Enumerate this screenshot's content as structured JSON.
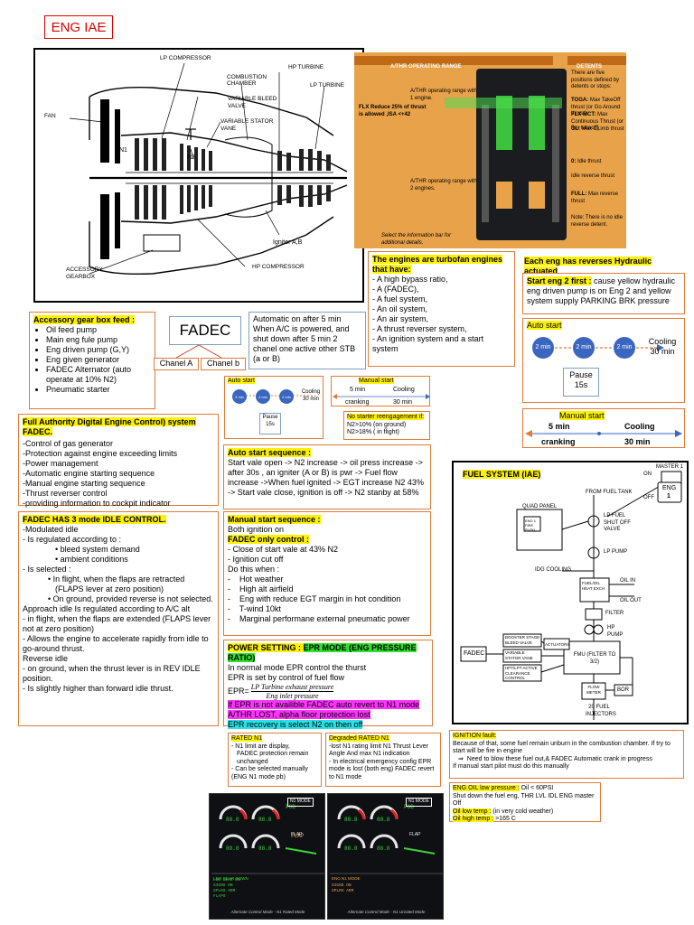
{
  "title": "ENG IAE",
  "diagram_labels": {
    "lp_compressor": "LP COMPRESSOR",
    "combustion": "COMBUSTION CHAMBER",
    "hp_turbine": "HP TURBINE",
    "lp_turbine": "LP TURBINE",
    "variable_bleed": "VARIABLE BLEED VALVE",
    "variable_stator": "VARIABLE STATOR VANE",
    "fan": "FAN",
    "n1": "N1",
    "n2": "N2",
    "igniter": "Igniter A,B",
    "accessory": "ACCESSORY GEARBOX",
    "hp_compressor": "HP COMPRESSOR"
  },
  "athr": {
    "header_left": "A/THR OPERATING RANGE",
    "header_right": "DETENTS",
    "flx_note": "FLX Reduce 25% of thrust is allowed ,ISA <+42",
    "athr_1": "A/THR operating range with 1 engine.",
    "athr_2": "A/THR operating range with 2 engines.",
    "footer": "Select the information bar for additional details.",
    "detents_intro": "There are five positions defined by detents or stops:",
    "detents": [
      {
        "name": "TOGA:",
        "desc": "Max TakeOff thrust (or Go Around thrust)"
      },
      {
        "name": "FLX MCT:",
        "desc": "Max Continuous Thrust (or flex takeoff)"
      },
      {
        "name": "CL:",
        "desc": "Max CLimb thrust"
      },
      {
        "name": "0:",
        "desc": "Idle thrust"
      },
      {
        "name": "",
        "desc": "Idle reverse thrust"
      },
      {
        "name": "FULL:",
        "desc": "Max reverse thrust"
      }
    ],
    "note": "Note: There is no idle reverse detent."
  },
  "accessory": {
    "title": "Accessory gear box feed :",
    "items": [
      "Oil feed pump",
      "Main eng fule pump",
      "Eng driven pump (G,Y)",
      "Eng given generator",
      "FADEC Alternator (auto operate at 10% N2)",
      "Pneumatic starter"
    ]
  },
  "fadec": {
    "label": "FADEC",
    "chanel_a": "Chanel A",
    "chanel_b": "Chanel b",
    "auto_text": "Automatic on after 5 min When A/C is powered, and shut down after 5 min 2 chanel one active other STB (a or B)"
  },
  "turbofan": {
    "title": "The engines are turbofan engines that have:",
    "items": [
      "A high bypass ratio,",
      "A (FADEC),",
      "A fuel system,",
      "An oil system,",
      "An air system,",
      "A thrust reverser system,",
      "An ignition system and a start system"
    ]
  },
  "reverses": "Each eng has reverses Hydraulic actuated",
  "start_eng": {
    "lead": "Start eng 2 first :",
    "text": " cause yellow hydraulic eng driven pump is on Eng 2 and yellow system supply PARKING BRK pressure"
  },
  "auto_start_big": {
    "title": "Auto start",
    "c1": "2 min",
    "c2": "2 min",
    "c3": "2 min",
    "cooling": "Cooling",
    "cooling_time": "30 min",
    "pause": "Pause 15s"
  },
  "manual_start_big": {
    "title": "Manual start",
    "time": "5 min",
    "cranking": "cranking",
    "cooling": "Cooling",
    "cooling_time": "30 min"
  },
  "auto_start_small": {
    "title": "Auto start",
    "c1": "2 min",
    "c2": "2 min",
    "c3": "2 min",
    "cooling": "Cooling",
    "cooling_time": "30 min",
    "pause": "Pause 15s"
  },
  "manual_start_small": {
    "title": "Manual start",
    "time": "5 min",
    "cranking": "cranking",
    "cooling": "Cooling",
    "cooling_time": "30 min"
  },
  "no_starter": {
    "title": "No starter reengagement if:",
    "l1": "N2>10% (on ground)",
    "l2": "N2>18% ( in flight)"
  },
  "fadec_full": {
    "title": "Full Authority Digital Engine Control) system FADEC.",
    "items": [
      "-Control of gas generator",
      "-Protection against engine exceeding limits",
      "-Power management",
      "-Automatic engine starting sequence",
      "-Manual engine starting sequence",
      "-Thrust reverser control",
      "-providing information to cockpit indicator"
    ]
  },
  "auto_seq": {
    "title": "Auto start sequence :",
    "text": "Start vale open -> N2 increase -> oil press increase -> after 30s , an igniter (A or B) is pwr -> Fuel flow increase ->When fuel ignited -> EGT increase N2 43% -> Start vale close, ignition is off -> N2 stanby at 58%"
  },
  "idle": {
    "title": "FADEC HAS 3 mode IDLE CONTROL.",
    "modulated": "-Modulated idle",
    "regulated": "- Is regulated according to :",
    "r1": "bleed system demand",
    "r2": "ambient conditions",
    "selected": "- Is selected :",
    "s1": "In flight, when the flaps are retracted (FLAPS lever at zero position)",
    "s2": "On ground, provided reverse is not selected.",
    "approach": "Approach idle Is regulated according to A/C alt",
    "a1": "- in flight, when the flaps are extended (FLAPS lever not at zero position)",
    "a2": "- Allows the engine to accelerate rapidly from idle to go-around thrust.",
    "reverse": "Reverse idle",
    "rv1": "- on ground, when the thrust lever is in REV IDLE position.",
    "rv2": "- Is slightly higher than forward idle thrust."
  },
  "manual_seq": {
    "title": "Manual start sequence :",
    "both": "Both ignition on",
    "fadec_only": "FADEC only control :",
    "c1": "- Close of start vale at 43% N2",
    "c2": "-    Ignition cut off",
    "dothis": "Do this when :",
    "items": [
      "Hot weather",
      "High alt airfield",
      "Eng with reduce EGT margin in hot condition",
      "T-wind 10kt",
      "Marginal performane external pneumatic power"
    ]
  },
  "power": {
    "title_a": "POWER SETTING : ",
    "title_b": "EPR MODE (ENG PRESSURE RATIO)",
    "l1": "In normal mode EPR control the thurst",
    "l2": "EPR is set by control of fuel flow",
    "epr_label": "EPR=",
    "numerator": "LP Turbine exhaust pressure",
    "denominator": "Eng inlet pressure",
    "m1": "If EPR is not availible FADEC auto revert to N1 mode",
    "m2": "A/THR LOST, alpha floor protection lost",
    "c1": "EPR recovery is select N2 on then off"
  },
  "fuel": {
    "title": "FUEL SYSTEM (IAE)",
    "master": "MASTER 1",
    "on": "ON",
    "off": "OFF",
    "eng": "ENG",
    "eng_num": "1",
    "from_tank": "FROM FUEL TANK",
    "lp_shutoff": "LP FUEL SHUT OFF VALVE",
    "lp_pump": "LP PUMP",
    "quad": "QUAD PANEL",
    "eng_fire": "ENG 1 FIRE PUSH",
    "eng_cooling": "IDG COOLING",
    "oil_in": "OIL IN",
    "oil_out": "OIL OUT",
    "fuel_oil": "FUEL/OIL HEAT EXCH",
    "filter": "FILTER",
    "hp_pump": "HP PUMP",
    "fmu": "FMU (FILTER TO 3/2)",
    "fadec": "FADEC",
    "booster": "BOOSTER STAGE BLEED VALVE",
    "variable": "VARIABLE STATOR VANE",
    "hpt": "HPT/LPT ACTIVE CLEARANCE CONTROL",
    "actuators": "ACTUATORS",
    "flow": "FLOW METER",
    "bor": "BOR",
    "fuel_inj": "20 FUEL INJECTORS"
  },
  "rated": {
    "title": "RATED N1",
    "l1": "- N1 limit are display,",
    "l2": "FADEC protection remain unchanged",
    "l3": "- Can be selected manually (ENG N1 mode pb)"
  },
  "degraded": {
    "title": "Degraded RATED N1",
    "l1": "-lost N1 rating limit N1 Thrust Lever Angle And max N1 indication",
    "l2": "- In electrical emergency config EPR mode is lost (both eng) FADEC revert to N1 mode"
  },
  "ignition": {
    "title": "IGNITION fault:",
    "l1": "Because of that, some fuel remain unburn in the combustion chamber. If try to start will be fire in engine",
    "l2": "Need to blow these fuel out,& FADEC Automatic crank in progress",
    "l3": "If manual start pilot must do this manually"
  },
  "oil": {
    "l1a": "ENG OIL low pressure :",
    "l1b": " Oil < 60PSI",
    "l2": "Shut down the fuel eng, THR LVL IDL ENG master Off",
    "l3a": "Oil low temp :",
    "l3b": " (in very cold weather)",
    "l4a": "Oil high temp :",
    "l4b": " >165 C"
  },
  "ecam": {
    "left_caption": "Alternate Control Mode - N1 Rated Mode",
    "right_caption": "Alternate Control Mode - N1 Unrated Mode",
    "n1_mode": "N1 MODE",
    "flap": "FLAP",
    "left_memo": "LDG GEAR DOWN",
    "right_memo": "ENG N1 MODE"
  }
}
